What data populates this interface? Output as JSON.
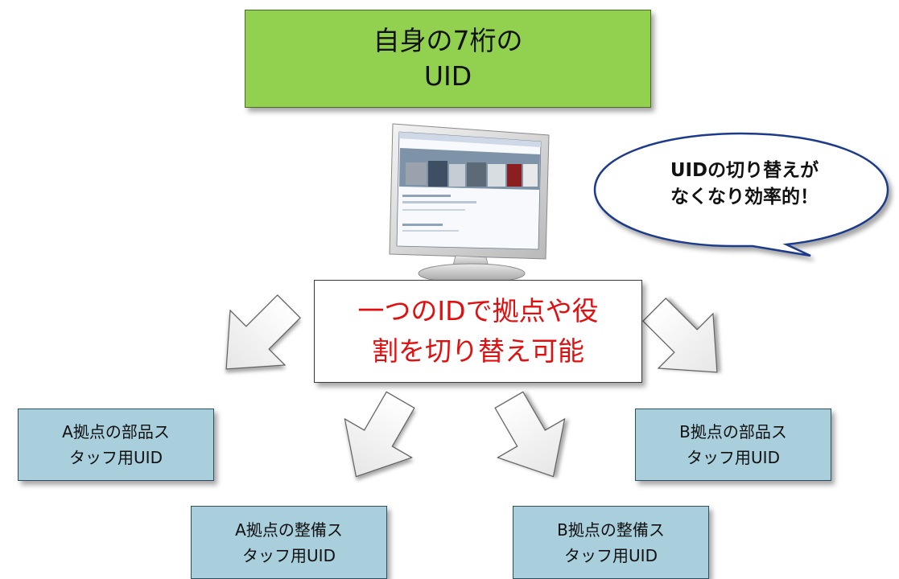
{
  "top_box": {
    "line1": "自身の7桁の",
    "line2": "UID"
  },
  "center_box": {
    "line1": "一つのIDで拠点や役",
    "line2": "割を切り替え可能"
  },
  "callout": {
    "line1": "UIDの切り替えが",
    "line2": "なくなり効率的！"
  },
  "roles": {
    "a_parts": {
      "line1": "A拠点の部品ス",
      "line2": "タッフ用UID"
    },
    "b_parts": {
      "line1": "B拠点の部品ス",
      "line2": "タッフ用UID"
    },
    "a_maint": {
      "line1": "A拠点の整備ス",
      "line2": "タッフ用UID"
    },
    "b_maint": {
      "line1": "B拠点の整備ス",
      "line2": "タッフ用UID"
    }
  },
  "colors": {
    "top_box_fill": "#92d050",
    "role_box_fill": "#a9cedc",
    "center_text": "#e01010",
    "callout_fill": "#ffffff",
    "callout_border": "#1f3a8a",
    "arrow_fill": "#f2f2f2"
  },
  "icons": {
    "monitor": "computer-monitor-icon",
    "callout": "speech-bubble-icon"
  }
}
